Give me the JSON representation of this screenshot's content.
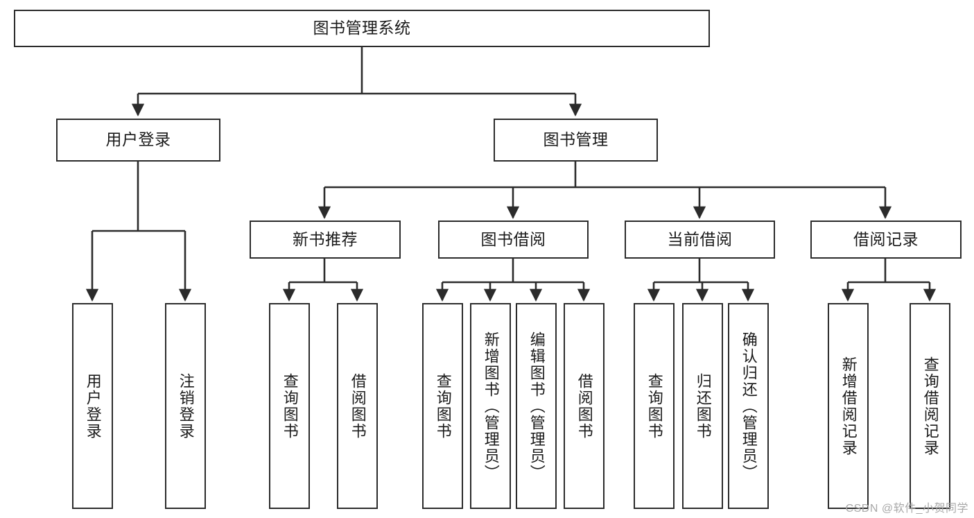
{
  "diagram": {
    "title": "图书管理系统",
    "type": "tree",
    "watermark": "CSDN @软件_小贺同学",
    "colors": {
      "box_border": "#2b2b2b",
      "box_fill": "#ffffff",
      "connector": "#2b2b2b",
      "text": "#1a1a1a",
      "watermark": "#a8a8a8"
    },
    "levels": {
      "root": [
        "图书管理系统"
      ],
      "level2": [
        "用户登录",
        "图书管理"
      ],
      "level3": [
        "新书推荐",
        "图书借阅",
        "当前借阅",
        "借阅记录"
      ],
      "leaves": [
        "用户登录",
        "注销登录",
        "查询图书",
        "借阅图书",
        "查询图书",
        "新增图书（管理员）",
        "编辑图书（管理员）",
        "借阅图书",
        "查询图书",
        "归还图书",
        "确认归还（管理员）",
        "新增借阅记录",
        "查询借阅记录"
      ]
    },
    "nodes": {
      "root": {
        "label": "图书管理系统"
      },
      "user_login": {
        "label": "用户登录"
      },
      "book_mgmt": {
        "label": "图书管理"
      },
      "new_book_rec": {
        "label": "新书推荐"
      },
      "book_borrow": {
        "label": "图书借阅"
      },
      "current_borrow": {
        "label": "当前借阅"
      },
      "borrow_record": {
        "label": "借阅记录"
      },
      "leaf_user_login": {
        "label": "用户登录"
      },
      "leaf_logout": {
        "label": "注销登录"
      },
      "leaf_query_book_rec": {
        "label": "查询图书"
      },
      "leaf_borrow_book_rec": {
        "label": "借阅图书"
      },
      "leaf_query_book_b": {
        "label": "查询图书"
      },
      "leaf_add_book": {
        "label": "新增图书（管理员）"
      },
      "leaf_edit_book": {
        "label": "编辑图书（管理员）"
      },
      "leaf_borrow_book_b": {
        "label": "借阅图书"
      },
      "leaf_query_book_c": {
        "label": "查询图书"
      },
      "leaf_return_book": {
        "label": "归还图书"
      },
      "leaf_confirm_return": {
        "label": "确认归还（管理员）"
      },
      "leaf_add_record": {
        "label": "新增借阅记录"
      },
      "leaf_query_record": {
        "label": "查询借阅记录"
      }
    }
  }
}
